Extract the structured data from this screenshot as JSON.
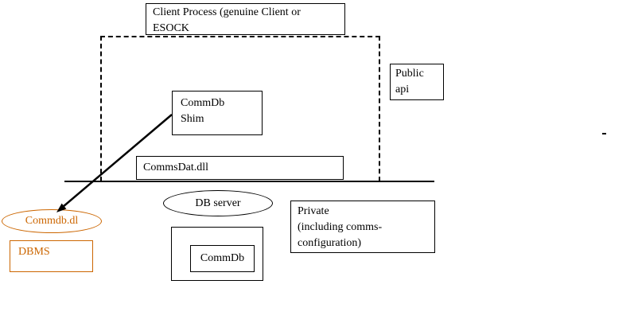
{
  "colors": {
    "accent_orange": "#CC6600",
    "ink": "#000000",
    "background": "#FFFFFF"
  },
  "boxes": {
    "client_process": {
      "line1": "Client Process (genuine Client or",
      "line2": "ESOCK"
    },
    "public_api": {
      "line1": "Public",
      "line2": "api"
    },
    "commdb_shim": {
      "line1": "CommDb",
      "line2": "Shim"
    },
    "commsdat": {
      "label": "CommsDat.dll"
    },
    "private": {
      "line1": "Private",
      "line2": "(including comms-",
      "line3": "configuration)"
    },
    "dbms": {
      "label": "DBMS"
    },
    "commdb": {
      "label": "CommDb"
    }
  },
  "ellipses": {
    "db_server": {
      "label": "DB server"
    },
    "commdb_dl": {
      "label": "Commdb.dl"
    }
  },
  "icons": {
    "shim_to_commdb_arrow": "diagonal-arrow-down-left",
    "stray_mark": "small-dash"
  }
}
